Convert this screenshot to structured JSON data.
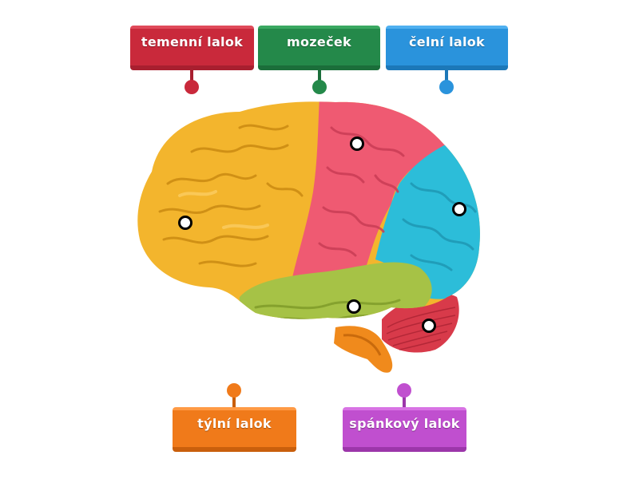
{
  "labels": [
    {
      "id": "temenni",
      "text": "temenní lalok",
      "color": "#c9293b",
      "dark": "#a81f2f",
      "light": "#e04a5a"
    },
    {
      "id": "mozecek",
      "text": "mozeček",
      "color": "#24894a",
      "dark": "#1b6e3a",
      "light": "#3aa861"
    },
    {
      "id": "celni",
      "text": "čelní lalok",
      "color": "#2a93dc",
      "dark": "#1c78b8",
      "light": "#4fb0f0"
    },
    {
      "id": "tylni",
      "text": "týlní lalok",
      "color": "#f07a1a",
      "dark": "#c95f0c",
      "light": "#ff9a45"
    },
    {
      "id": "spankovy",
      "text": "spánkový lalok",
      "color": "#c04fcf",
      "dark": "#9c36aa",
      "light": "#d873e4"
    }
  ],
  "brain_colors": {
    "occipital": "#f3b52d",
    "parietal": "#ef5a72",
    "frontal": "#2cbdd9",
    "temporal": "#a6c246",
    "cerebellum": "#d83a4a",
    "brainstem": "#f08a1c"
  }
}
